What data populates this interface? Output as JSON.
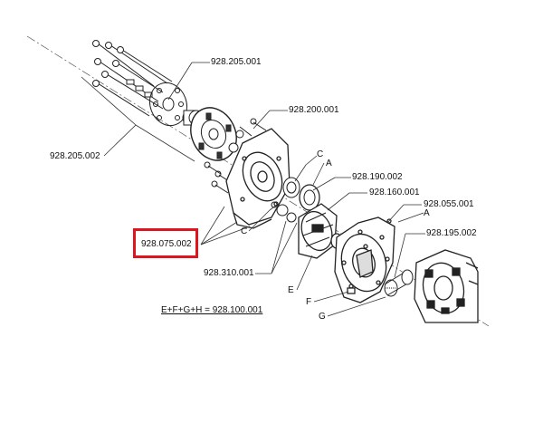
{
  "highlight_color": "#e0141e",
  "parts": {
    "p_205_001": "928.205.001",
    "p_205_002": "928.205.002",
    "p_200_001": "928.200.001",
    "p_190_002": "928.190.002",
    "p_160_001": "928.160.001",
    "p_055_001": "928.055.001",
    "p_195_002": "928.195.002",
    "p_075_002": "928.075.002",
    "p_310_001": "928.310.001"
  },
  "letters": {
    "c_top": "C",
    "a_top": "A",
    "a_right": "A",
    "c_bottom": "C",
    "e": "E",
    "f": "F",
    "g": "G"
  },
  "formula": "E+F+G+H = 928.100.001"
}
